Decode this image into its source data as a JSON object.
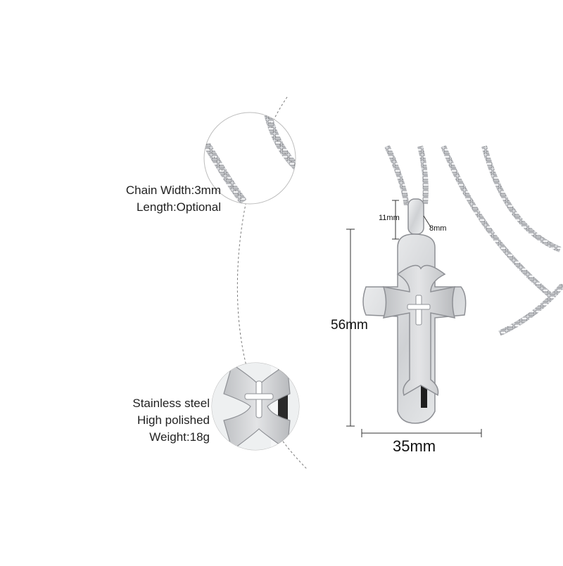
{
  "specs": {
    "chain_width": "Chain Width:3mm",
    "length": "Length:Optional",
    "material": "Stainless steel",
    "finish": "High polished",
    "weight": "Weight:18g"
  },
  "dimensions": {
    "height": "56mm",
    "width": "35mm",
    "bail_height": "11mm",
    "bail_width": "8mm"
  },
  "colors": {
    "steel_light": "#e6e7e9",
    "steel_mid": "#c9cbce",
    "steel_dark": "#8e9095",
    "inlay_black": "#1e1e1e",
    "text": "#222222"
  }
}
